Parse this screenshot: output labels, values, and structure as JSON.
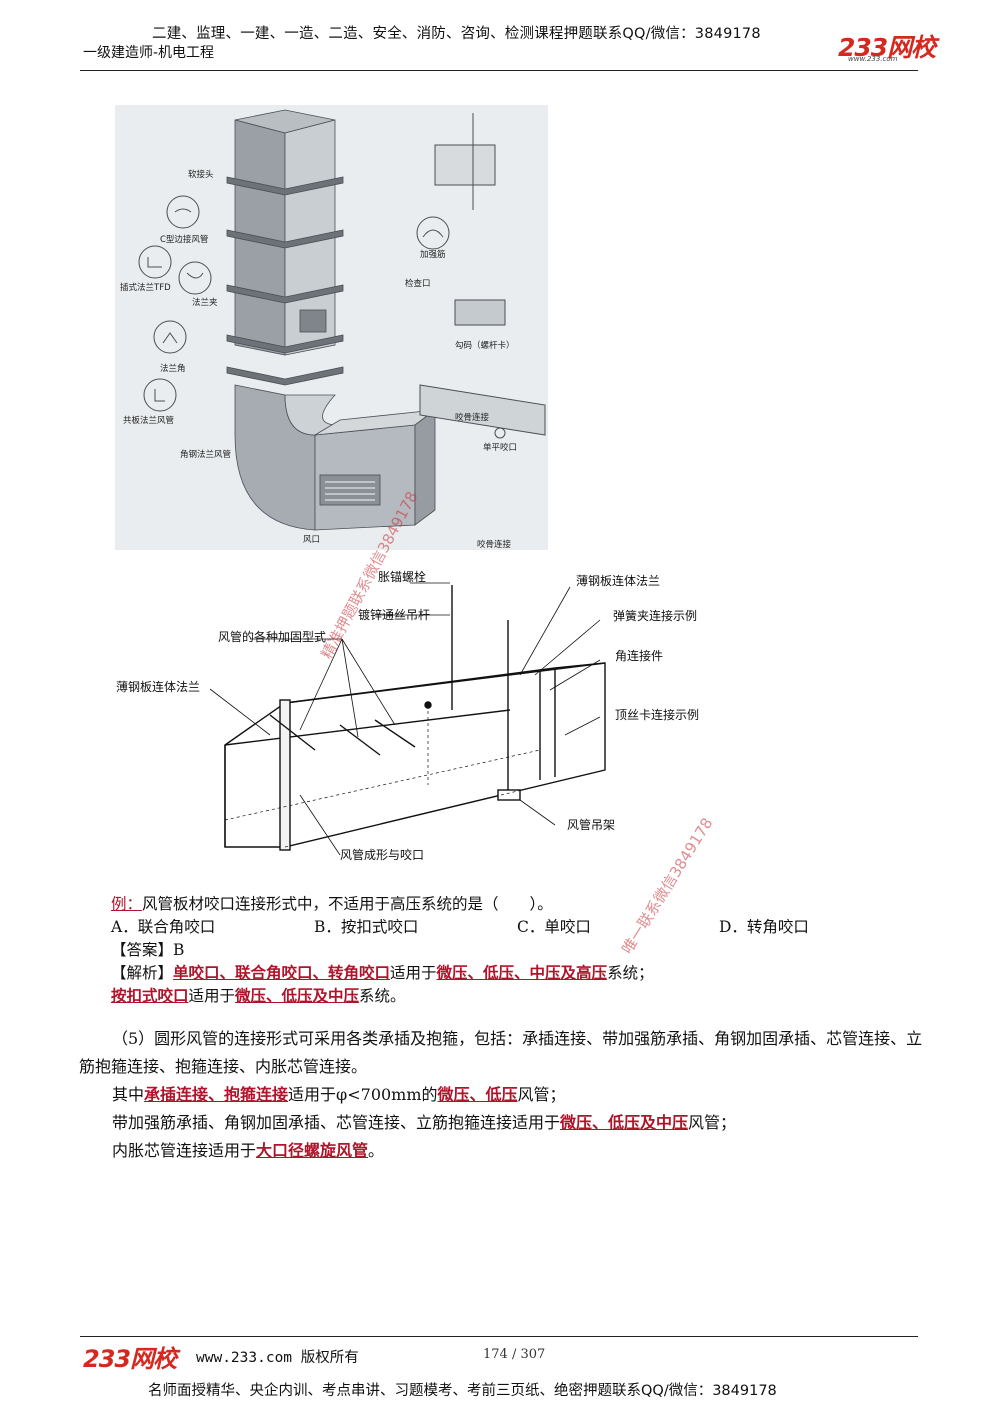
{
  "header": {
    "promo": "二建、监理、一建、一造、二造、安全、消防、咨询、检测课程押题联系QQ/微信：3849178",
    "doc_title": "一级建造师-机电工程",
    "logo": "233网校",
    "logo_url": "www.233.com"
  },
  "figure1": {
    "labels": {
      "soft_joint": "软接头",
      "c_flange": "C型边接风管",
      "insert_flange": "插式法兰TFD",
      "flange_clip": "法兰夹",
      "flange_corner": "法兰角",
      "common_plate": "共板法兰风管",
      "angle_steel": "角钢法兰风管",
      "stiffener": "加强筋",
      "inspection": "检查口",
      "hook": "勾码（螺杆卡）",
      "seam1": "咬骨连接",
      "single_seam": "单平咬口",
      "air_outlet": "风口",
      "seam2": "咬骨连接"
    }
  },
  "figure2": {
    "labels": {
      "anchor_bolt": "胀锚螺栓",
      "rod": "镀锌通丝吊杆",
      "reinforce": "风管的各种加固型式",
      "thin_flange_left": "薄钢板连体法兰",
      "thin_flange_right": "薄钢板连体法兰",
      "spring_clip": "弹簧夹连接示例",
      "corner_piece": "角连接件",
      "top_clip": "顶丝卡连接示例",
      "hanger": "风管吊架",
      "forming": "风管成形与咬口"
    }
  },
  "watermarks": {
    "a": "精准押题联系微信3849178",
    "b": "唯一联系微信3849178"
  },
  "example": {
    "label": "例：",
    "question": "风管板材咬口连接形式中，不适用于高压系统的是（　　）。",
    "options": [
      "A．联合角咬口",
      "B．按扣式咬口",
      "C．单咬口",
      "D．转角咬口"
    ],
    "answer_label": "【答案】B",
    "analysis_label": "【解析】",
    "line1_hl": "单咬口、联合角咬口、转角咬口",
    "line1_mid": "适用于",
    "line1_hl2": "微压、低压、中压及高压",
    "line1_end": "系统；",
    "line2_hl": "按扣式咬口",
    "line2_mid": "适用于",
    "line2_hl2": "微压、低压及中压",
    "line2_end": "系统。"
  },
  "section5": {
    "intro": "（5）圆形风管的连接形式可采用各类承插及抱箍，包括：承插连接、带加强筋承插、角钢加固承插、芯管连接、立筋抱箍连接、抱箍连接、内胀芯管连接。",
    "l1_a": "其中",
    "l1_hl": "承插连接、抱箍连接",
    "l1_b": "适用于φ<700mm的",
    "l1_hl2": "微压、低压",
    "l1_c": "风管；",
    "l2_a": "带加强筋承插、角钢加固承插、芯管连接、立筋抱箍连接适用于",
    "l2_hl": "微压、低压及中压",
    "l2_c": "风管；",
    "l3_a": "内胀芯管连接适用于",
    "l3_hl": "大口径螺旋风管",
    "l3_c": "。"
  },
  "footer": {
    "logo": "233网校",
    "site": "www.233.com 版权所有",
    "page": "174 / 307",
    "promo": "名师面授精华、央企内训、考点串讲、习题模考、考前三页纸、绝密押题联系QQ/微信：3849178"
  }
}
